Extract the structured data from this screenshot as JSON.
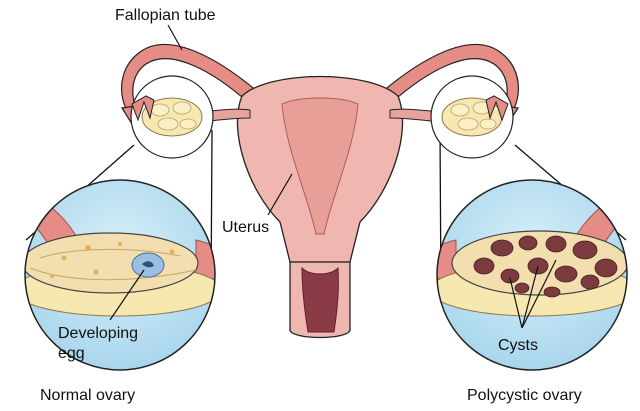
{
  "labels": {
    "fallopian_tube": "Fallopian tube",
    "uterus": "Uterus",
    "developing_egg_line1": "Developing",
    "developing_egg_line2": "egg",
    "cysts": "Cysts",
    "normal_ovary": "Normal ovary",
    "polycystic_ovary": "Polycystic ovary"
  },
  "colors": {
    "uterus_pink": "#f0b7b0",
    "tube_pink": "#e58c86",
    "ovary_cream": "#f7e7b0",
    "magnifier_blue": "#bfe3f3",
    "cyst_brown": "#7b3b3e",
    "egg_blue": "#9bbfe3",
    "cervix_dark": "#8a3b45"
  }
}
